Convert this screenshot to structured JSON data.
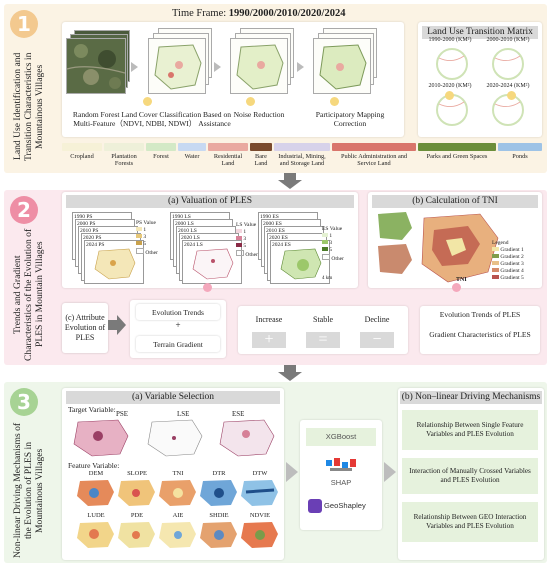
{
  "sections": [
    {
      "num": "1",
      "title": "Land Use Identification and Transition Characteristics in Mountainous Villages",
      "color": "#f3c98f"
    },
    {
      "num": "2",
      "title": "Trends and Gradient Characteristics of the Evolution of PLES in Mountain Villages",
      "color": "#ee8ea5"
    },
    {
      "num": "3",
      "title": "Non-linear Driving Mechanisms of the Evolution of PLES in Mountainous Villages",
      "color": "#a7d394"
    }
  ],
  "s1": {
    "timeframe_label": "Time Frame: ",
    "timeframe_value": "1990/2000/2010/2020/2024",
    "step1_caption": "Random Forest Land Cover Classification Based on Multi-Feature（NDVI, NDBI, NDWI） Assistance",
    "step2_caption": "Noise Reduction",
    "step3_caption": "Participatory Mapping Correction",
    "matrix_title": "Land Use Transition Matrix",
    "matrix_labels": [
      "1990-2000 (KM²)",
      "2000-2010 (KM²)",
      "2010-2020 (KM²)",
      "2020-2024 (KM²)"
    ],
    "legend": [
      {
        "label": "Cropland",
        "color": "#f6f1d7"
      },
      {
        "label": "Plantation Forests",
        "color": "#eef0d9"
      },
      {
        "label": "Forest",
        "color": "#d3e9c6"
      },
      {
        "label": "Water",
        "color": "#c7d9f2"
      },
      {
        "label": "Residential Land",
        "color": "#e9a9a0"
      },
      {
        "label": "Bare Land",
        "color": "#7a4a2c"
      },
      {
        "label": "Industrial, Mining, and Storage Land",
        "color": "#d7d2ea"
      },
      {
        "label": "Public Administration and Service Land",
        "color": "#d9756b"
      },
      {
        "label": "Parks and Green Spaces",
        "color": "#6b8e3a"
      },
      {
        "label": "Ponds",
        "color": "#9ec3e6"
      }
    ]
  },
  "s2": {
    "a_title": "(a) Valuation of PLES",
    "b_title": "(b) Calculation of TNI",
    "ps_years": [
      "1990 PS",
      "2000 PS",
      "2010 PS",
      "2020 PS",
      "2024 PS"
    ],
    "ls_years": [
      "1990 LS",
      "2000 LS",
      "2010 LS",
      "2020 LS",
      "2024 LS"
    ],
    "es_years": [
      "1990 ES",
      "2000 ES",
      "2010 ES",
      "2020 ES",
      "2024 ES"
    ],
    "ps_legend_title": "PS Value",
    "ls_legend_title": "LS Value",
    "es_legend_title": "ES Value",
    "value_items": [
      "1",
      "3",
      "5",
      "Other"
    ],
    "scale": "4 km",
    "tni_legend_title": "Legend",
    "tni_legend": [
      {
        "label": "Gradient 1",
        "color": "#f2e6a6"
      },
      {
        "label": "Gradient 2",
        "color": "#7f9c4c"
      },
      {
        "label": "Gradient 3",
        "color": "#e8c088"
      },
      {
        "label": "Gradient 4",
        "color": "#d58b6a"
      },
      {
        "label": "Gradient 5",
        "color": "#b9534f"
      }
    ],
    "tni_label": "TNI",
    "c_label": "(c) Attribute Evolution of PLES",
    "evolution_trends": "Evolution Trends",
    "plus": "+",
    "terrain_gradient": "Terrain Gradient",
    "increase": "Increase",
    "stable": "Stable",
    "decline": "Decline",
    "out1": "Evolution Trends of PLES",
    "out2": "Gradient Characteristics of PLES"
  },
  "s3": {
    "a_title": "(a) Variable Selection",
    "b_title": "(b) Non–linear Driving Mechanisms",
    "target_label": "Target Variable:",
    "targets": [
      "PSE",
      "LSE",
      "ESE"
    ],
    "feature_label": "Feature Variable:",
    "features_row1": [
      "DEM",
      "SLOPE",
      "TNI",
      "DTR",
      "DTW"
    ],
    "features_row2": [
      "LUDE",
      "PDE",
      "AIE",
      "SHDIE",
      "NDVIE"
    ],
    "xgboost": "XGBoost",
    "shap": "SHAP",
    "geoshapley": "GeoShapley",
    "outputs": [
      "Relationship Between Single Feature Variables and PLES Evolution",
      "Interaction of Manually Crossed Variables and PLES Evolution",
      "Relationship Between GEO Interaction Variables and PLES Evolution"
    ]
  }
}
